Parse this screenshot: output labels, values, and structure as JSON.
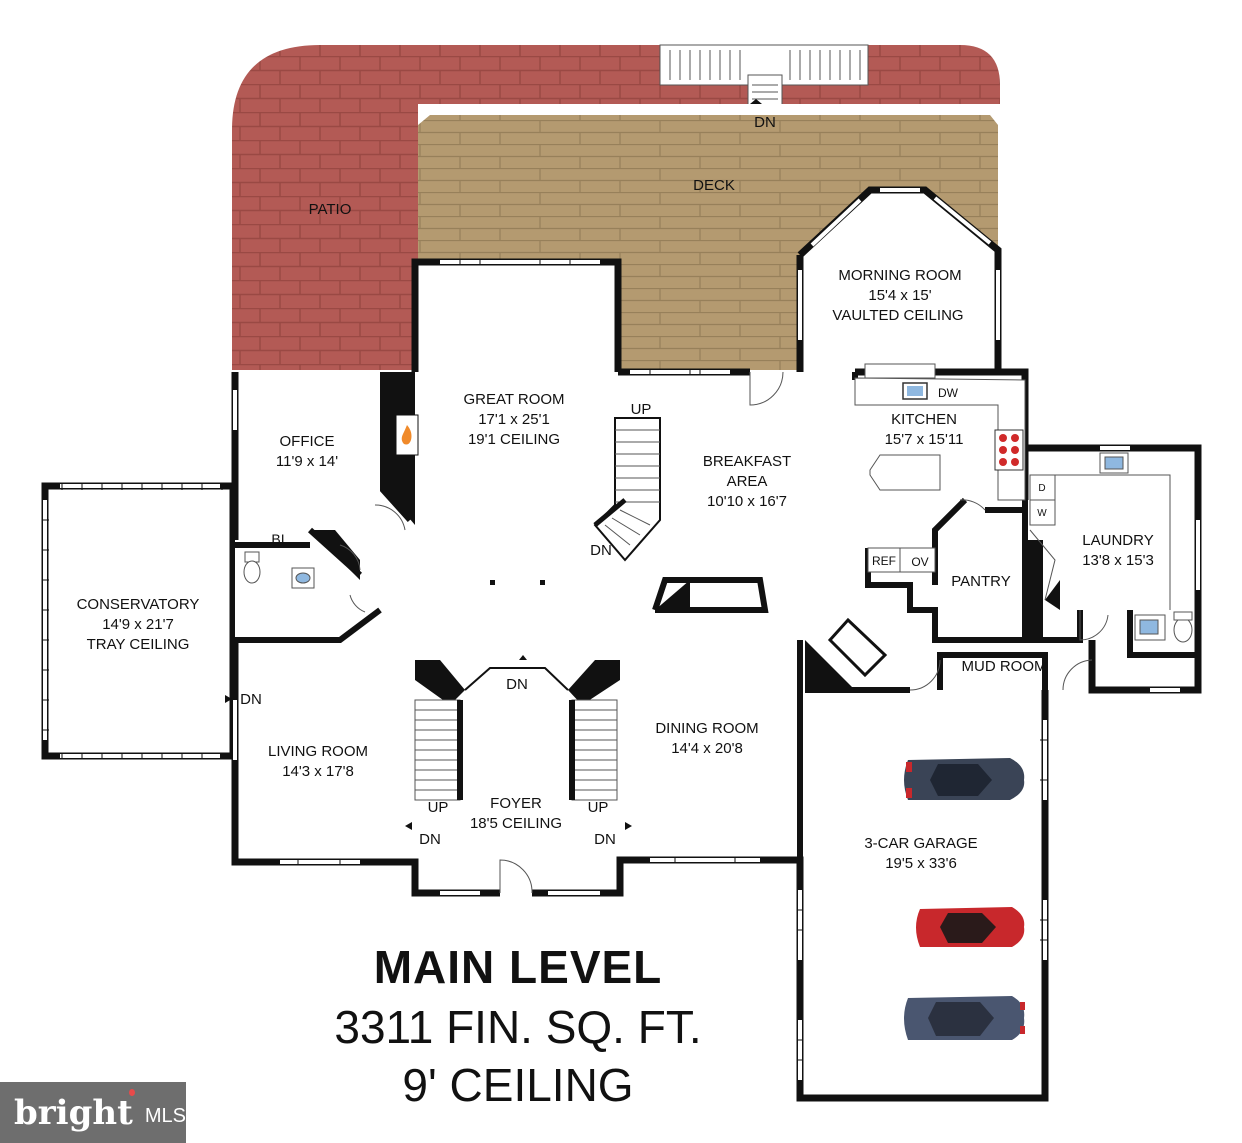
{
  "labels": {
    "patio": "PATIO",
    "deck": "DECK",
    "deck_dn": "DN",
    "morning": {
      "name": "MORNING ROOM",
      "size": "15'4 x 15'",
      "note": "VAULTED CEILING"
    },
    "great": {
      "name": "GREAT ROOM",
      "size": "17'1 x 25'1",
      "note": "19'1 CEILING"
    },
    "office": {
      "name": "OFFICE",
      "size": "11'9 x 14'"
    },
    "kitchen": {
      "name": "KITCHEN",
      "size": "15'7 x 15'11"
    },
    "breakfast": {
      "line1": "BREAKFAST",
      "line2": "AREA",
      "size": "10'10 x 16'7"
    },
    "laundry": {
      "name": "LAUNDRY",
      "size": "13'8 x 15'3"
    },
    "pantry": "PANTRY",
    "mudroom": "MUD ROOM",
    "conservatory": {
      "name": "CONSERVATORY",
      "size": "14'9 x 21'7",
      "note": "TRAY CEILING"
    },
    "living": {
      "name": "LIVING ROOM",
      "size": "14'3 x 17'8"
    },
    "dining": {
      "name": "DINING ROOM",
      "size": "14'4 x 20'8"
    },
    "foyer": {
      "name": "FOYER",
      "note": "18'5 CEILING"
    },
    "garage": {
      "name": "3-CAR GARAGE",
      "size": "19'5 x 33'6"
    },
    "up": "UP",
    "dn": "DN",
    "bi": "BI",
    "dw": "DW",
    "ref": "REF",
    "ov": "OV",
    "dryer": "D",
    "washer": "W"
  },
  "title": {
    "line1": "MAIN LEVEL",
    "line2": "3311 FIN. SQ. FT.",
    "line3": "9' CEILING"
  },
  "watermark": {
    "brand": "bright",
    "suffix": "MLS"
  },
  "colors": {
    "patio": "#b35a55",
    "deck": "#b49a70",
    "wall": "#111111",
    "car_dark": "#3a4456",
    "car_red": "#c8282c",
    "car_blue": "#4a5670"
  },
  "icons": [
    "fireplace-icon",
    "sink-icon",
    "toilet-icon",
    "cooktop-icon",
    "car-icon"
  ]
}
